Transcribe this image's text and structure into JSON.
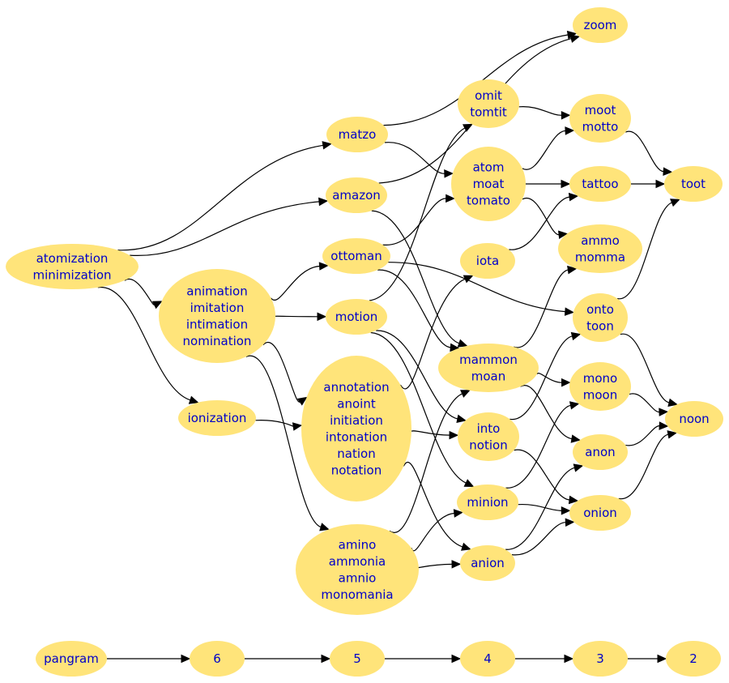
{
  "diagram": {
    "nodes": [
      {
        "id": "atomization",
        "lines": [
          "atomization",
          "minimization"
        ]
      },
      {
        "id": "matzo",
        "lines": [
          "matzo"
        ]
      },
      {
        "id": "amazon",
        "lines": [
          "amazon"
        ]
      },
      {
        "id": "animation",
        "lines": [
          "animation",
          "imitation",
          "intimation",
          "nomination"
        ]
      },
      {
        "id": "ionization",
        "lines": [
          "ionization"
        ]
      },
      {
        "id": "ottoman",
        "lines": [
          "ottoman"
        ]
      },
      {
        "id": "motion",
        "lines": [
          "motion"
        ]
      },
      {
        "id": "annotation",
        "lines": [
          "annotation",
          "anoint",
          "initiation",
          "intonation",
          "nation",
          "notation"
        ]
      },
      {
        "id": "amino",
        "lines": [
          "amino",
          "ammonia",
          "amnio",
          "monomania"
        ]
      },
      {
        "id": "omit",
        "lines": [
          "omit",
          "tomtit"
        ]
      },
      {
        "id": "atom",
        "lines": [
          "atom",
          "moat",
          "tomato"
        ]
      },
      {
        "id": "iota",
        "lines": [
          "iota"
        ]
      },
      {
        "id": "mammon",
        "lines": [
          "mammon",
          "moan"
        ]
      },
      {
        "id": "into",
        "lines": [
          "into",
          "notion"
        ]
      },
      {
        "id": "minion",
        "lines": [
          "minion"
        ]
      },
      {
        "id": "anion",
        "lines": [
          "anion"
        ]
      },
      {
        "id": "zoom",
        "lines": [
          "zoom"
        ]
      },
      {
        "id": "moot",
        "lines": [
          "moot",
          "motto"
        ]
      },
      {
        "id": "tattoo",
        "lines": [
          "tattoo"
        ]
      },
      {
        "id": "ammo",
        "lines": [
          "ammo",
          "momma"
        ]
      },
      {
        "id": "onto",
        "lines": [
          "onto",
          "toon"
        ]
      },
      {
        "id": "mono",
        "lines": [
          "mono",
          "moon"
        ]
      },
      {
        "id": "anon",
        "lines": [
          "anon"
        ]
      },
      {
        "id": "onion",
        "lines": [
          "onion"
        ]
      },
      {
        "id": "toot",
        "lines": [
          "toot"
        ]
      },
      {
        "id": "noon",
        "lines": [
          "noon"
        ]
      },
      {
        "id": "pangram",
        "lines": [
          "pangram"
        ]
      },
      {
        "id": "n6",
        "lines": [
          "6"
        ]
      },
      {
        "id": "n5",
        "lines": [
          "5"
        ]
      },
      {
        "id": "n4",
        "lines": [
          "4"
        ]
      },
      {
        "id": "n3",
        "lines": [
          "3"
        ]
      },
      {
        "id": "n2",
        "lines": [
          "2"
        ]
      }
    ],
    "edges": [
      [
        "atomization",
        "matzo"
      ],
      [
        "atomization",
        "amazon"
      ],
      [
        "atomization",
        "animation"
      ],
      [
        "atomization",
        "ionization"
      ],
      [
        "matzo",
        "zoom"
      ],
      [
        "matzo",
        "atom"
      ],
      [
        "amazon",
        "zoom"
      ],
      [
        "amazon",
        "mammon"
      ],
      [
        "animation",
        "ottoman"
      ],
      [
        "animation",
        "motion"
      ],
      [
        "animation",
        "annotation"
      ],
      [
        "animation",
        "amino"
      ],
      [
        "ionization",
        "annotation"
      ],
      [
        "ottoman",
        "atom"
      ],
      [
        "ottoman",
        "mammon"
      ],
      [
        "ottoman",
        "onto"
      ],
      [
        "motion",
        "omit"
      ],
      [
        "motion",
        "into"
      ],
      [
        "motion",
        "minion"
      ],
      [
        "annotation",
        "iota"
      ],
      [
        "annotation",
        "into"
      ],
      [
        "annotation",
        "anion"
      ],
      [
        "amino",
        "mammon"
      ],
      [
        "amino",
        "minion"
      ],
      [
        "amino",
        "anion"
      ],
      [
        "omit",
        "moot"
      ],
      [
        "atom",
        "moot"
      ],
      [
        "atom",
        "tattoo"
      ],
      [
        "atom",
        "ammo"
      ],
      [
        "iota",
        "tattoo"
      ],
      [
        "mammon",
        "ammo"
      ],
      [
        "mammon",
        "mono"
      ],
      [
        "mammon",
        "anon"
      ],
      [
        "into",
        "onto"
      ],
      [
        "into",
        "onion"
      ],
      [
        "minion",
        "mono"
      ],
      [
        "minion",
        "onion"
      ],
      [
        "anion",
        "anon"
      ],
      [
        "anion",
        "onion"
      ],
      [
        "moot",
        "toot"
      ],
      [
        "tattoo",
        "toot"
      ],
      [
        "onto",
        "toot"
      ],
      [
        "onto",
        "noon"
      ],
      [
        "mono",
        "noon"
      ],
      [
        "anon",
        "noon"
      ],
      [
        "onion",
        "noon"
      ],
      [
        "pangram",
        "n6"
      ],
      [
        "n6",
        "n5"
      ],
      [
        "n5",
        "n4"
      ],
      [
        "n4",
        "n3"
      ],
      [
        "n3",
        "n2"
      ]
    ]
  }
}
